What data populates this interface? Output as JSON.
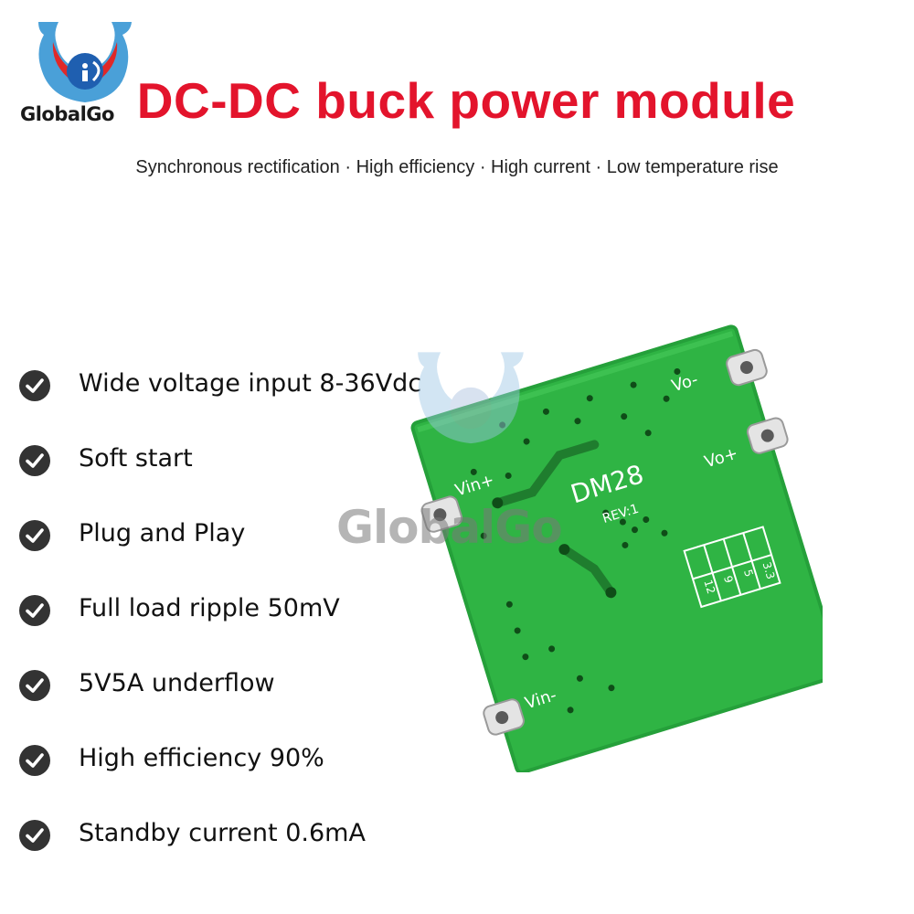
{
  "brand": {
    "name": "GlobalGo"
  },
  "header": {
    "title": "DC-DC buck power module",
    "subtitle": "Synchronous rectification · High efficiency · High current · Low temperature rise"
  },
  "features": [
    "Wide voltage input 8-36Vdc",
    "Soft start",
    "Plug and Play",
    "Full load ripple 50mV",
    "5V5A underflow",
    "High efficiency 90%",
    "Standby current 0.6mA"
  ],
  "board": {
    "model": "DM28",
    "revision": "REV:1",
    "pins": {
      "vin_plus": "Vin+",
      "vin_minus": "Vin-",
      "vo_minus": "Vo-",
      "vo_plus": "Vo+"
    },
    "voltage_options": [
      "3.3",
      "5",
      "9",
      "12"
    ]
  },
  "watermark": {
    "text": "GlobalGo"
  },
  "colors": {
    "title": "#e3142c",
    "pcb": "#2fb444",
    "check": "#333333"
  }
}
